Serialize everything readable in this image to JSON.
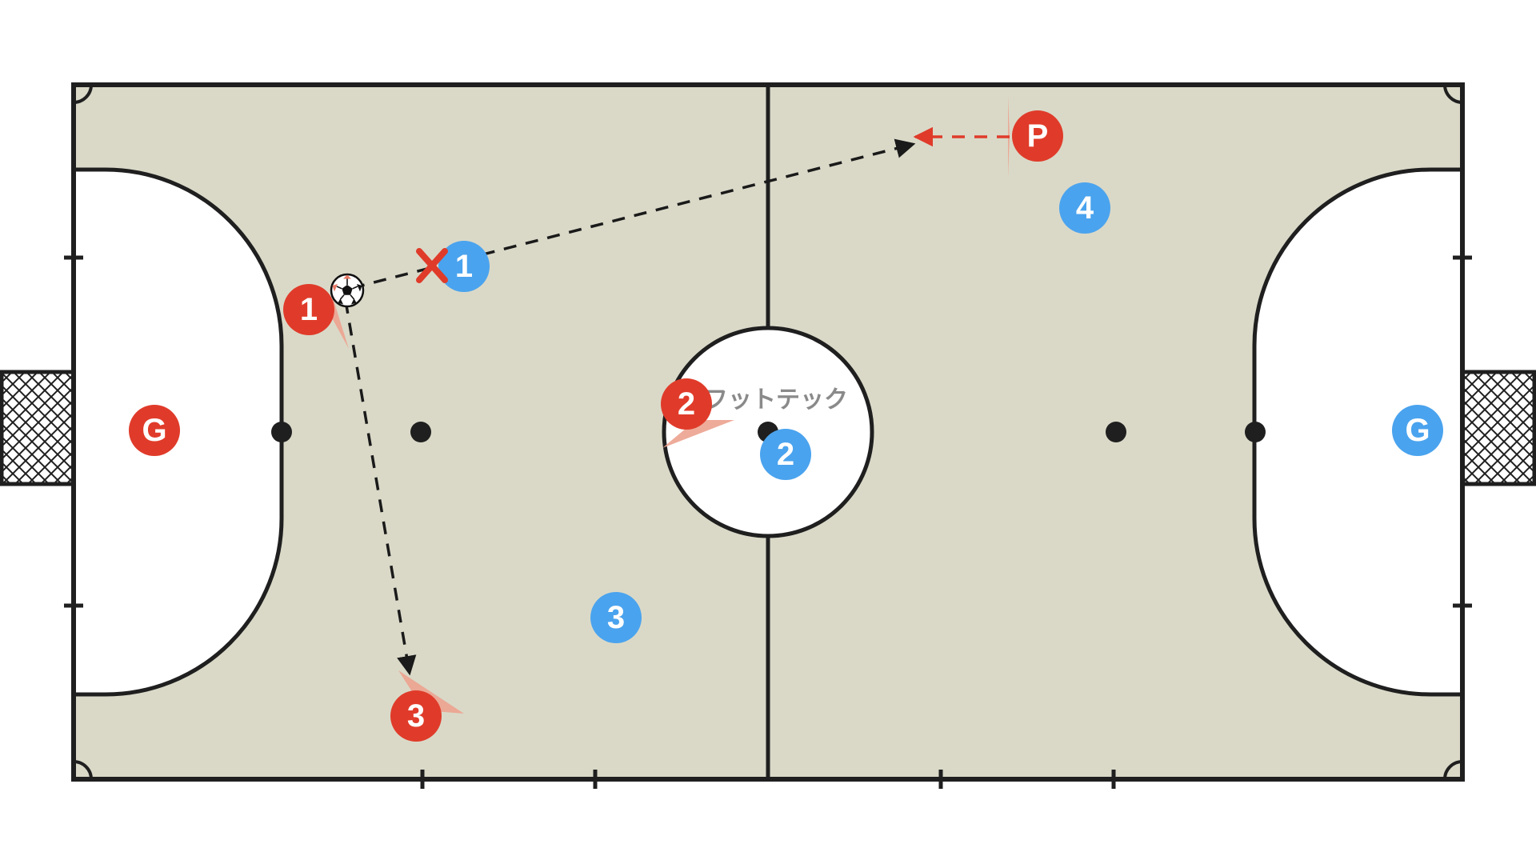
{
  "colors": {
    "court": "#dad9c8",
    "line": "#1f1f1f",
    "outside": "#ffffff",
    "team_red": "#e03b2a",
    "team_blue": "#4aa3ee",
    "facing_cone": "#eca28f",
    "pass_arrow": "#1a1a1a",
    "run_arrow": "#e03b2a",
    "tackle_mark": "#e03b2a",
    "watermark": "#8a8a8a"
  },
  "icons": {
    "ball": "soccer-ball-icon",
    "tackle": "x-mark-icon",
    "goal_net": "goal-net-icon"
  },
  "watermark": "フットテック",
  "players": {
    "red": [
      {
        "id": "red-goalkeeper",
        "label": "G"
      },
      {
        "id": "red-player-1",
        "label": "1"
      },
      {
        "id": "red-player-2",
        "label": "2"
      },
      {
        "id": "red-player-3",
        "label": "3"
      },
      {
        "id": "red-pivot",
        "label": "P"
      }
    ],
    "blue": [
      {
        "id": "blue-goalkeeper",
        "label": "G"
      },
      {
        "id": "blue-player-1",
        "label": "1"
      },
      {
        "id": "blue-player-2",
        "label": "2"
      },
      {
        "id": "blue-player-3",
        "label": "3"
      },
      {
        "id": "blue-player-4",
        "label": "4"
      }
    ]
  },
  "movements": [
    {
      "id": "pass-to-pivot-space",
      "type": "pass",
      "from": "ball",
      "to": "right-flank-space"
    },
    {
      "id": "pass-to-red-3",
      "type": "pass",
      "from": "ball",
      "to": "red-player-3"
    },
    {
      "id": "pivot-run",
      "type": "run",
      "from": "red-pivot",
      "to": "right-flank-space"
    }
  ]
}
